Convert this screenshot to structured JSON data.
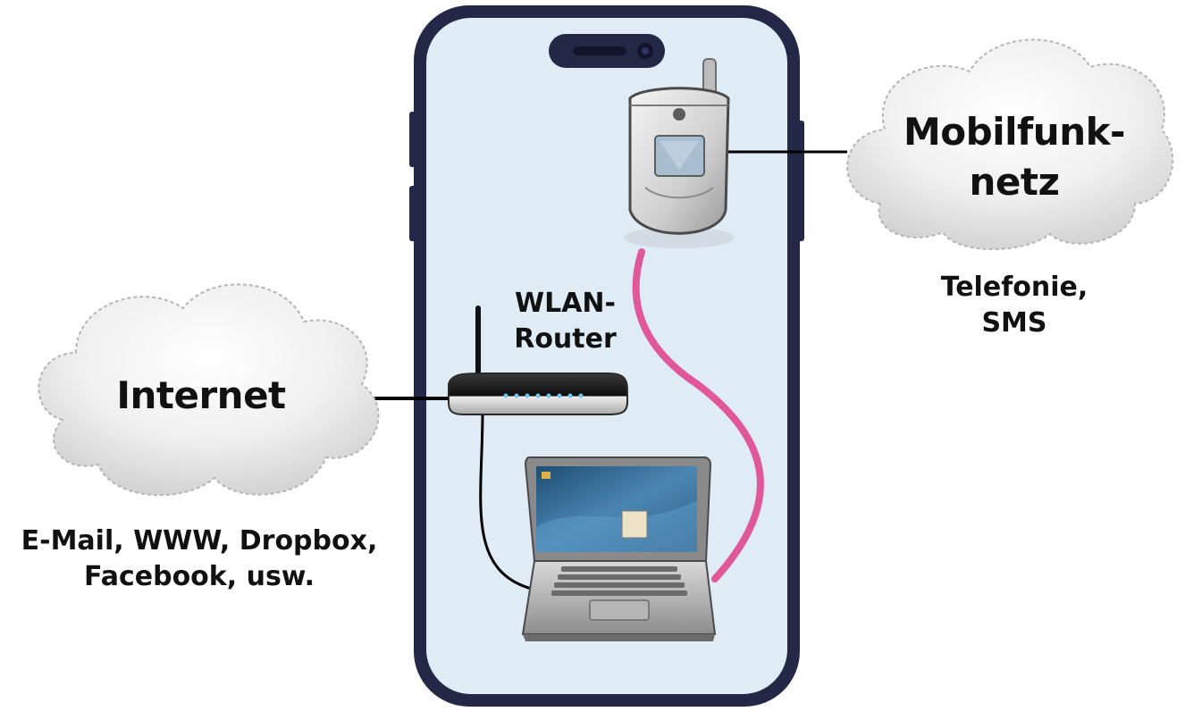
{
  "internet": {
    "title": "Internet",
    "services_line1": "E-Mail, WWW, Dropbox,",
    "services_line2": "Facebook, usw."
  },
  "mobile": {
    "title_line1": "Mobilfunk-",
    "title_line2": "netz",
    "services_line1": "Telefonie,",
    "services_line2": "SMS"
  },
  "router": {
    "label_line1": "WLAN-",
    "label_line2": "Router"
  },
  "colors": {
    "phone_frame": "#232846",
    "phone_screen": "#dfecf6",
    "pink_link": "#e0579a",
    "cloud": "#e6e6e6"
  }
}
